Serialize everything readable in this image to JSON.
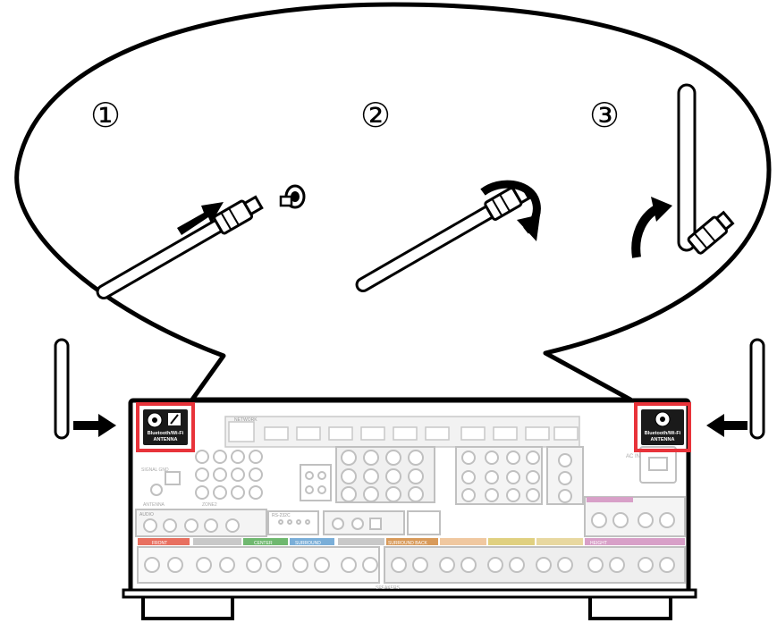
{
  "steps": [
    {
      "number": "①"
    },
    {
      "number": "②"
    },
    {
      "number": "③"
    }
  ],
  "antenna_badge": {
    "line1": "Bluetooth/Wi-Fi",
    "line2": "ANTENNA"
  },
  "panel_labels": {
    "network": "NETWORK",
    "speakers": "SPEAKERS",
    "antenna": "ANTENNA",
    "ac_in": "AC IN",
    "rs232c": "RS-232C",
    "zone2": "ZONE2",
    "signal_gnd": "SIGNAL GND",
    "audio": "AUDIO",
    "front": "FRONT",
    "center": "CENTER",
    "surround": "SURROUND",
    "surround_back": "SURROUND BACK",
    "height": "HEIGHT"
  },
  "colors": {
    "highlight": "#e8333a",
    "ink": "#000000",
    "panel_gray": "#c8c8c8",
    "front_label": "#e87060",
    "center_label": "#6fb86f",
    "surround_label": "#7aaed8",
    "surround_back_label": "#d89a5a",
    "height_label": "#d8a0c8"
  },
  "icons": [
    "antenna-icon",
    "arrow-right-icon",
    "arrow-left-icon",
    "rotate-arrow-icon",
    "curved-up-arrow-icon"
  ]
}
